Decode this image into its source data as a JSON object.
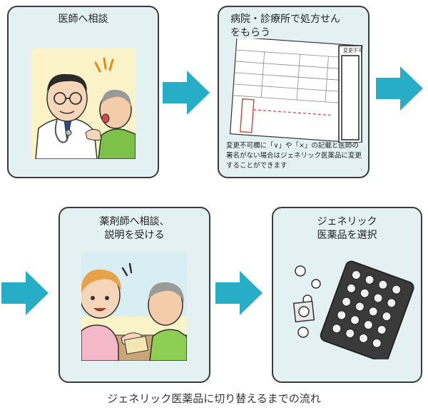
{
  "steps": [
    {
      "title": "医師へ相談"
    },
    {
      "title": "病院・診療所で処方せん\nをもらう",
      "form_stamp": "変更不可",
      "note": "変更不可欄に「∨」や「×」の記載と医師の署名がない場合はジェネリック医薬品に変更することができます"
    },
    {
      "title": "薬剤師へ相談、\n説明を受ける"
    },
    {
      "title": "ジェネリック\n医薬品を選択"
    }
  ],
  "caption": "ジェネリック医薬品に切り替えるまでの流れ",
  "colors": {
    "card_bg": "#e3f1f3",
    "arrow": "#27aec6",
    "border": "#3b3b3b"
  },
  "icons": [
    "arrow-right-icon",
    "doctor-patient-illustration",
    "prescription-form-illustration",
    "pharmacist-patient-illustration",
    "pill-blister-illustration"
  ]
}
